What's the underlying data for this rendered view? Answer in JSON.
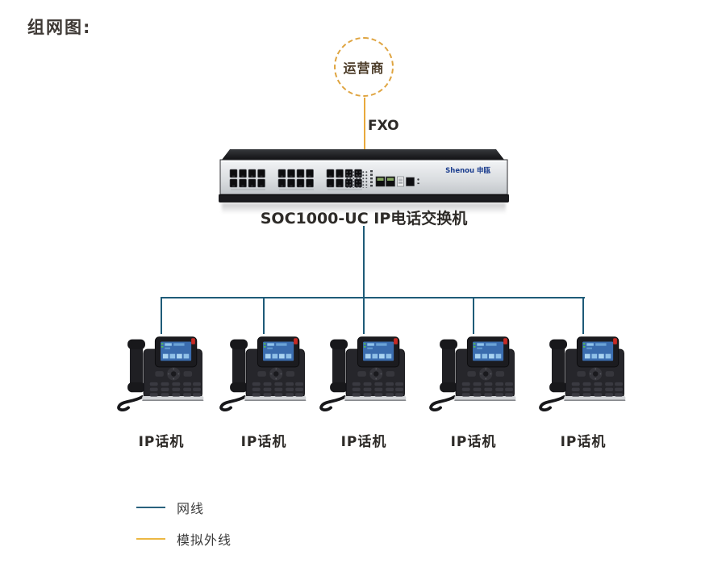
{
  "page": {
    "title": "组网图:"
  },
  "carrier": {
    "label": "运营商"
  },
  "fxo": {
    "label": "FXO"
  },
  "switch": {
    "model_label": "SOC1000-UC IP电话交换机",
    "brand": "Shenou 申瓯"
  },
  "phones": [
    {
      "label": "IP话机"
    },
    {
      "label": "IP话机"
    },
    {
      "label": "IP话机"
    },
    {
      "label": "IP话机"
    },
    {
      "label": "IP话机"
    }
  ],
  "legend": {
    "items": [
      {
        "label": "网线",
        "color": "#2a627e"
      },
      {
        "label": "模拟外线",
        "color": "#ecb843"
      }
    ]
  },
  "colors": {
    "network_line": "#1e5b78",
    "analog_line": "#e9a93c",
    "carrier_border": "#dfa440",
    "brand_text": "#1d3f8f"
  }
}
